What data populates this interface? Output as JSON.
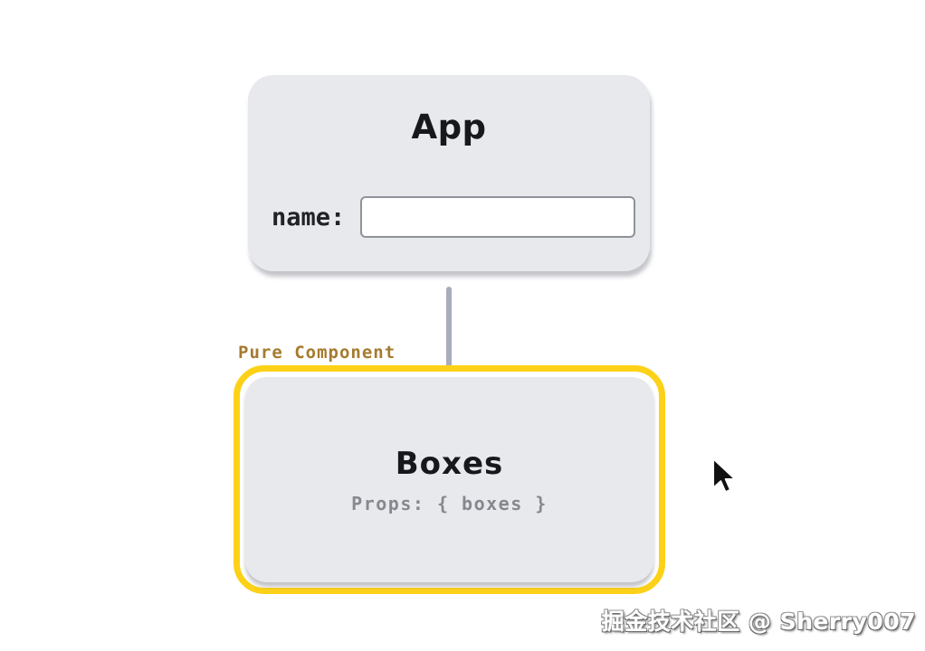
{
  "app_card": {
    "title": "App",
    "field_label": "name:",
    "input_value": "",
    "input_placeholder": ""
  },
  "pure_component_label": "Pure Component",
  "boxes_card": {
    "title": "Boxes",
    "props_text": "Props: { boxes }"
  },
  "watermark": "掘金技术社区 @ Sherry007",
  "icons": {
    "cursor": "arrow-pointer-icon"
  },
  "colors": {
    "card_background": "#e8e9ec",
    "highlight_yellow": "#fdd117",
    "annotation_gold": "#a57a2e",
    "connector_gray": "#a9acba",
    "title_dark": "#17181c",
    "props_gray": "#85888f",
    "input_border": "#8f9298",
    "page_background": "#ffffff"
  }
}
